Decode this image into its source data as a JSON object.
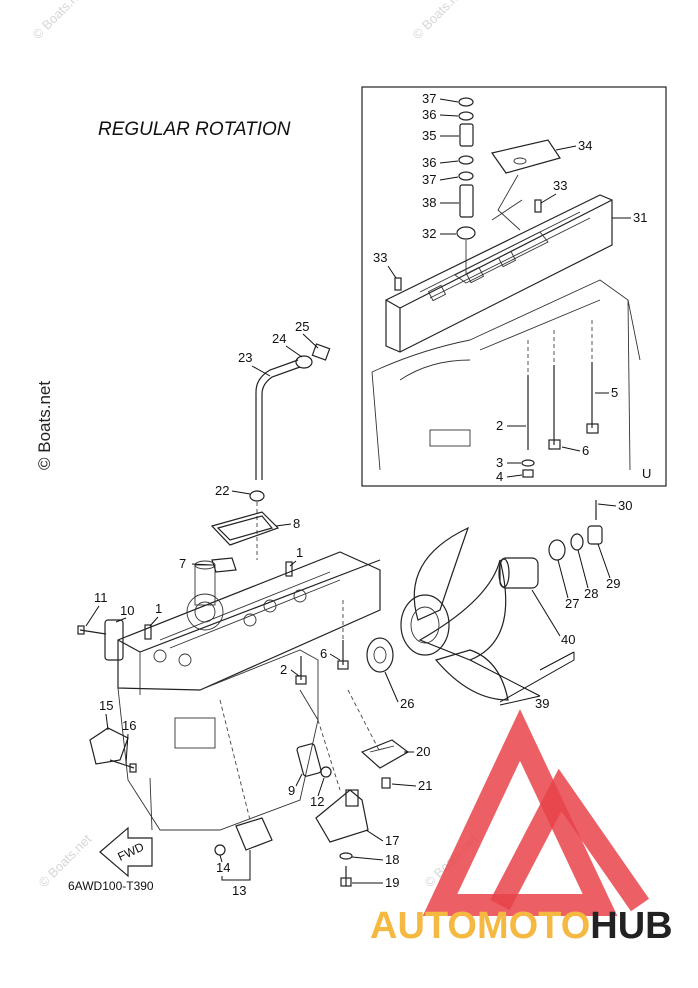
{
  "heading": "REGULAR ROTATION",
  "diagram_code": "6AWD100-T390",
  "inset_mark": "U",
  "fwd_label": "FWD",
  "watermarks": {
    "side": "© Boats.net",
    "corner": "© Boats.net"
  },
  "brand": {
    "auto": "AUTO",
    "moto": "MOTO",
    "hub": "HUB",
    "colors": {
      "auto": "#f5b942",
      "moto": "#f5b942",
      "hub": "#222222",
      "logo": "#e8434a"
    }
  },
  "parts": {
    "p1a": "1",
    "p1b": "1",
    "p2a": "2",
    "p2b": "2",
    "p3": "3",
    "p4": "4",
    "p5": "5",
    "p6a": "6",
    "p6b": "6",
    "p7": "7",
    "p8": "8",
    "p9": "9",
    "p10": "10",
    "p11": "11",
    "p12": "12",
    "p13": "13",
    "p14": "14",
    "p15": "15",
    "p16": "16",
    "p17": "17",
    "p18": "18",
    "p19": "19",
    "p20": "20",
    "p21": "21",
    "p22": "22",
    "p23": "23",
    "p24": "24",
    "p25": "25",
    "p26": "26",
    "p27": "27",
    "p28": "28",
    "p29": "29",
    "p30": "30",
    "p31": "31",
    "p32": "32",
    "p33a": "33",
    "p33b": "33",
    "p34": "34",
    "p35": "35",
    "p36a": "36",
    "p36b": "36",
    "p37a": "37",
    "p37b": "37",
    "p38": "38",
    "p39": "39",
    "p40": "40"
  }
}
